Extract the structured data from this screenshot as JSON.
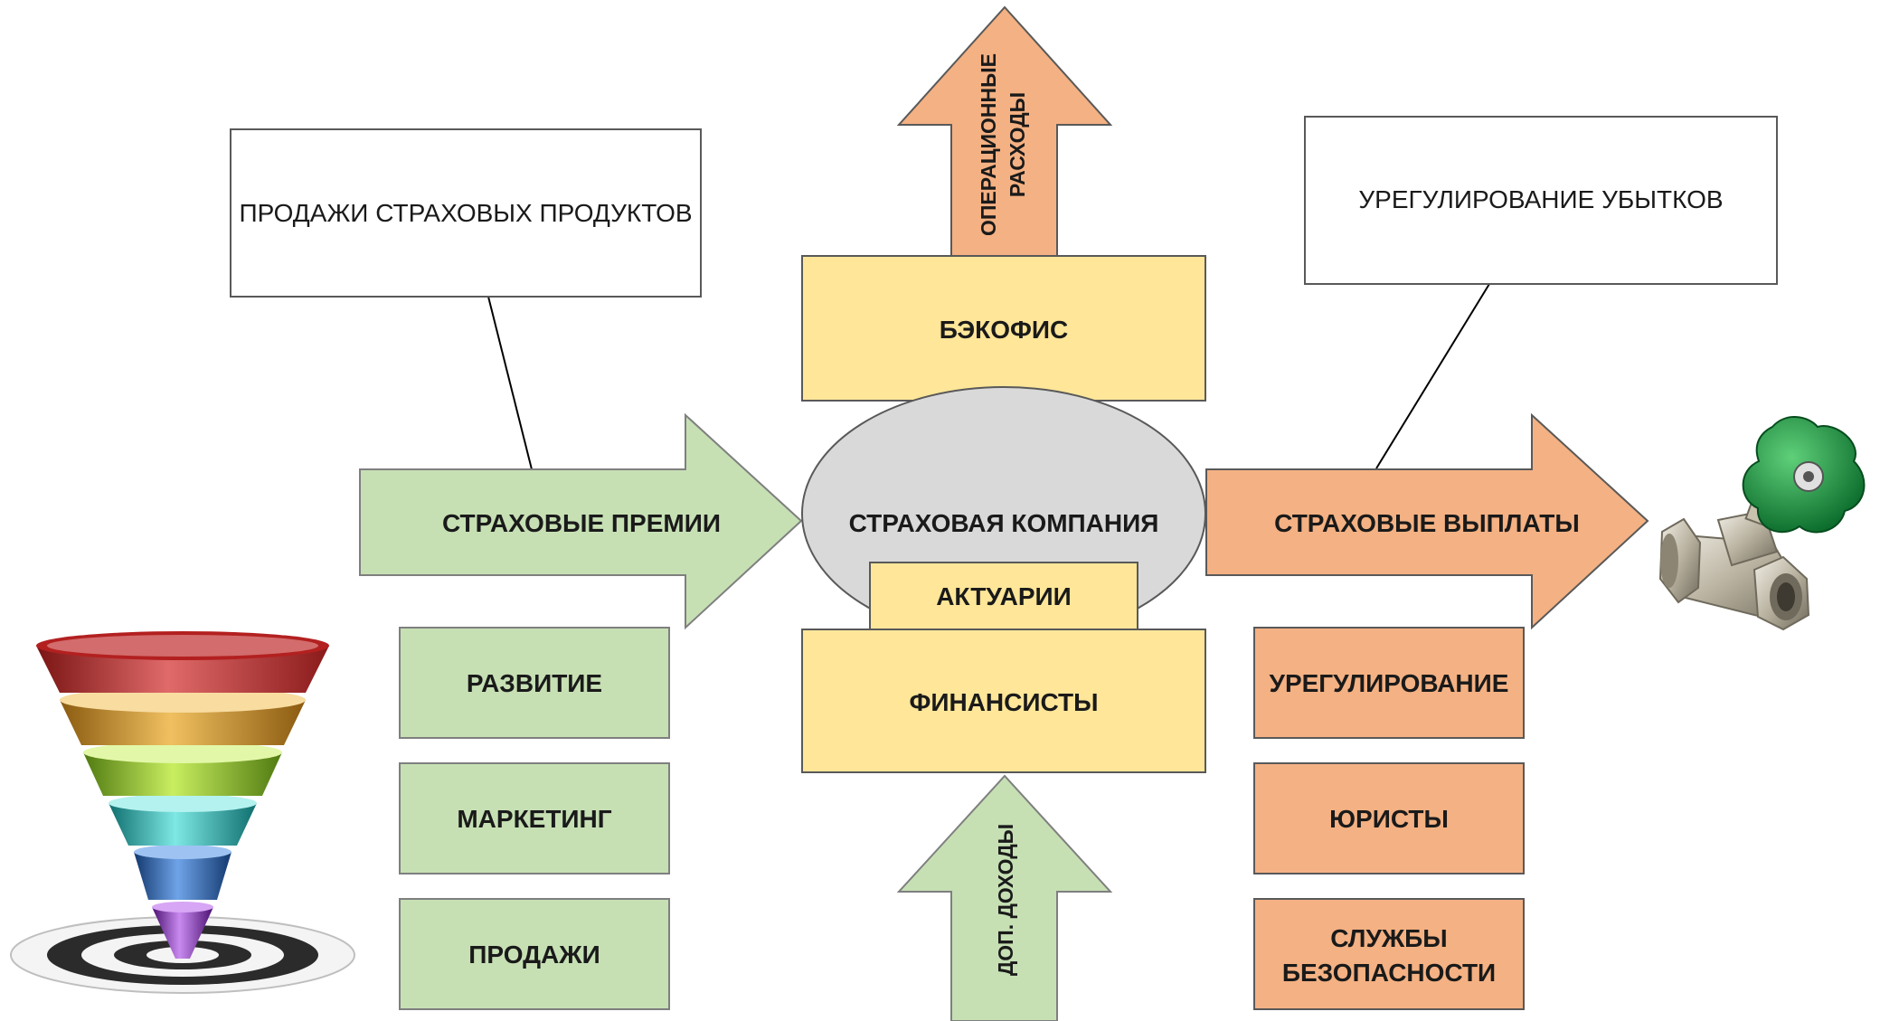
{
  "colors": {
    "green_fill": "#c6e0b4",
    "green_stroke": "#7f7f7f",
    "orange_fill": "#f4b183",
    "yellow_fill": "#ffe699",
    "ellipse_fill": "#d9d9d9",
    "outline": "#595959",
    "text": "#1a1a1a"
  },
  "callouts": {
    "sales_products": "ПРОДАЖИ СТРАХОВЫХ ПРОДУКТОВ",
    "claims_settlement": "УРЕГУЛИРОВАНИЕ УБЫТКОВ"
  },
  "arrows": {
    "premiums": "СТРАХОВЫЕ ПРЕМИИ",
    "payouts": "СТРАХОВЫЕ ВЫПЛАТЫ",
    "operating_costs_line1": "ОПЕРАЦИОННЫЕ",
    "operating_costs_line2": "РАСХОДЫ",
    "extra_income": "ДОП. ДОХОДЫ"
  },
  "center": {
    "company": "СТРАХОВАЯ КОМПАНИЯ",
    "backoffice": "БЭКОФИС",
    "actuaries": "АКТУАРИИ",
    "financiers": "ФИНАНСИСТЫ"
  },
  "left_units": [
    "РАЗВИТИЕ",
    "МАРКЕТИНГ",
    "ПРОДАЖИ"
  ],
  "right_units": {
    "settlement": "УРЕГУЛИРОВАНИЕ",
    "lawyers": "ЮРИСТЫ",
    "security_line1": "СЛУЖБЫ",
    "security_line2": "БЕЗОПАСНОСТИ"
  },
  "icons": {
    "funnel": "sales-funnel-icon",
    "valve": "water-valve-icon"
  }
}
